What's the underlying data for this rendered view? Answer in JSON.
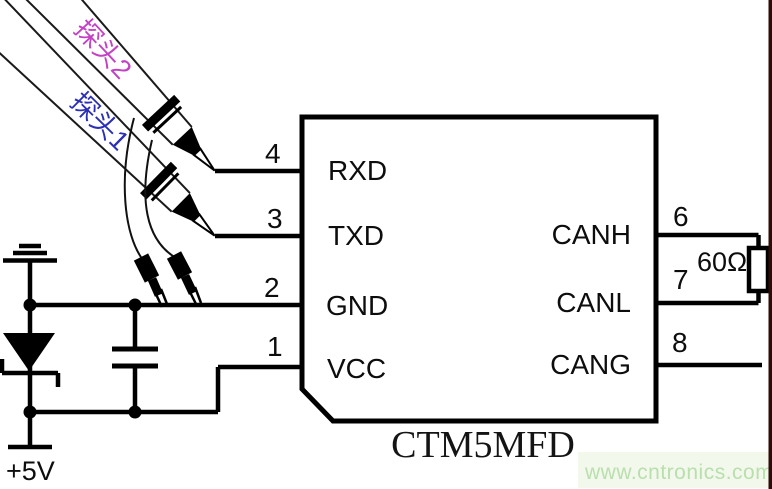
{
  "schematic": {
    "chip": {
      "name": "CTM5MFD",
      "left_pins": [
        {
          "number": "4",
          "label": "RXD"
        },
        {
          "number": "3",
          "label": "TXD"
        },
        {
          "number": "2",
          "label": "GND"
        },
        {
          "number": "1",
          "label": "VCC"
        }
      ],
      "right_pins": [
        {
          "number": "6",
          "label": "CANH"
        },
        {
          "number": "7",
          "label": "CANL"
        },
        {
          "number": "8",
          "label": "CANG"
        }
      ]
    },
    "probes": [
      {
        "label": "探头2",
        "color": "#c341c4"
      },
      {
        "label": "探头1",
        "color": "#2b2fb5"
      }
    ],
    "resistor_label": "60Ω",
    "supply_label": "+5V",
    "watermark": {
      "text": "www.cntronics.com",
      "color": "#b9dfad",
      "band_color": "#f2f8ec"
    },
    "colors": {
      "wire": "#000000",
      "edge_strip": "#2f0c09"
    }
  }
}
